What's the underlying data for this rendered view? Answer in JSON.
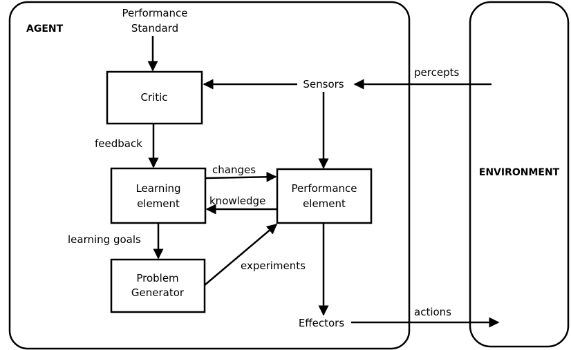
{
  "agent": {
    "label": "AGENT"
  },
  "environment": {
    "label": "ENVIRONMENT"
  },
  "performance_standard": {
    "line1": "Performance",
    "line2": "Standard"
  },
  "critic": {
    "label": "Critic"
  },
  "sensors": {
    "label": "Sensors"
  },
  "learning_element": {
    "line1": "Learning",
    "line2": "element"
  },
  "performance_element": {
    "line1": "Performance",
    "line2": "element"
  },
  "problem_generator": {
    "line1": "Problem",
    "line2": "Generator"
  },
  "effectors": {
    "label": "Effectors"
  },
  "edges": {
    "percepts": "percepts",
    "feedback": "feedback",
    "changes": "changes",
    "knowledge": "knowledge",
    "learning_goals": "learning goals",
    "experiments": "experiments",
    "actions": "actions"
  }
}
